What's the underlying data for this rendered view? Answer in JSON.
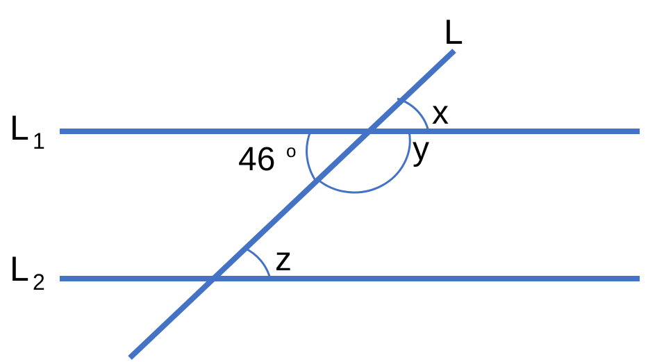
{
  "diagram": {
    "colors": {
      "line": "#4472C4",
      "arc": "#4472C4",
      "text": "#000000",
      "background": "#ffffff"
    },
    "lines": {
      "transversal_label": "L",
      "l1_label_main": "L",
      "l1_label_sub": "1",
      "l2_label_main": "L",
      "l2_label_sub": "2"
    },
    "angles": {
      "given_value": "46",
      "given_unit": "o",
      "x_label": "x",
      "y_label": "y",
      "z_label": "z"
    }
  }
}
